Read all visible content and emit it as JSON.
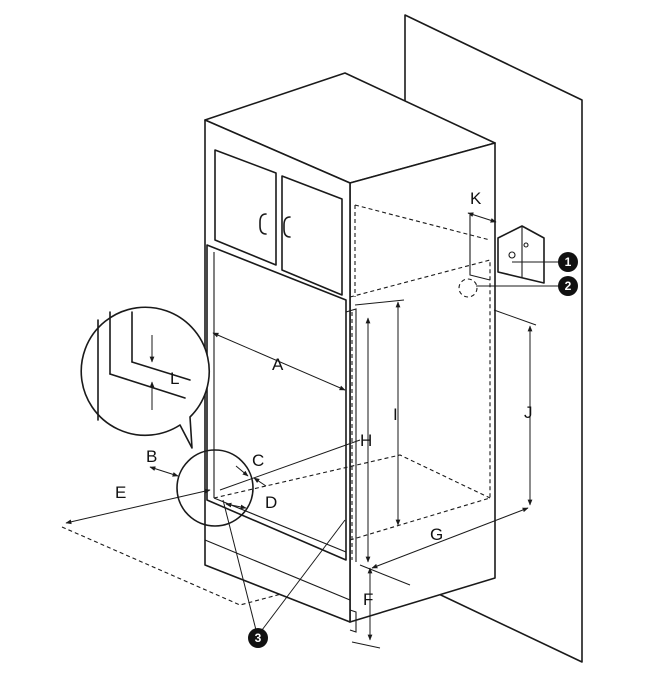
{
  "labels": {
    "a": "A",
    "b": "B",
    "c": "C",
    "d": "D",
    "e": "E",
    "f": "F",
    "g": "G",
    "h": "H",
    "i": "I",
    "j": "J",
    "k": "K",
    "l": "L"
  },
  "callouts": {
    "one": "1",
    "two": "2",
    "three": "3"
  }
}
